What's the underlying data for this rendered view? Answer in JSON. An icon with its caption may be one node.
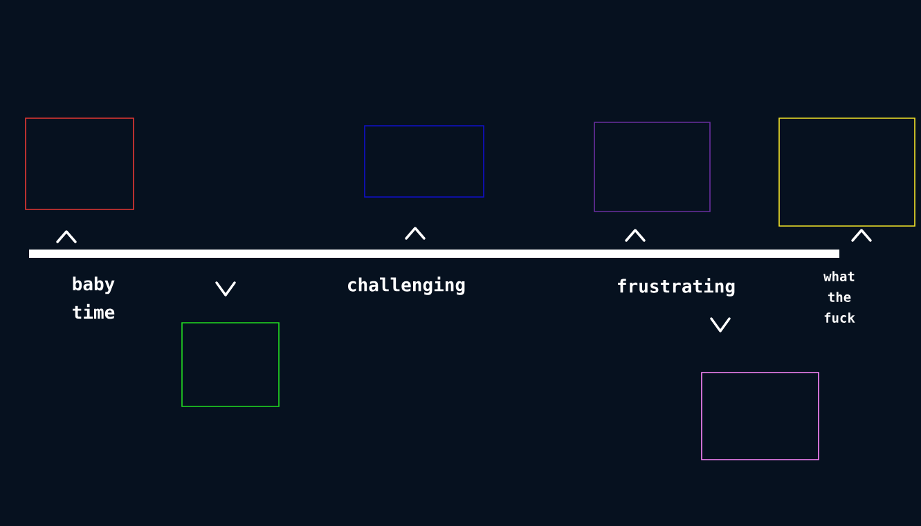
{
  "diagram": {
    "nodes": [
      {
        "text": [],
        "shape": "box"
      },
      {
        "text": [],
        "shape": "box"
      },
      {
        "text": [],
        "shape": "box"
      },
      {
        "text": [],
        "shape": "box"
      },
      {
        "text": [],
        "shape": "box"
      },
      {
        "text": [],
        "shape": "box"
      }
    ],
    "labels": [
      "baby time",
      "challenging",
      "frustrating",
      "what the fuck"
    ]
  }
}
